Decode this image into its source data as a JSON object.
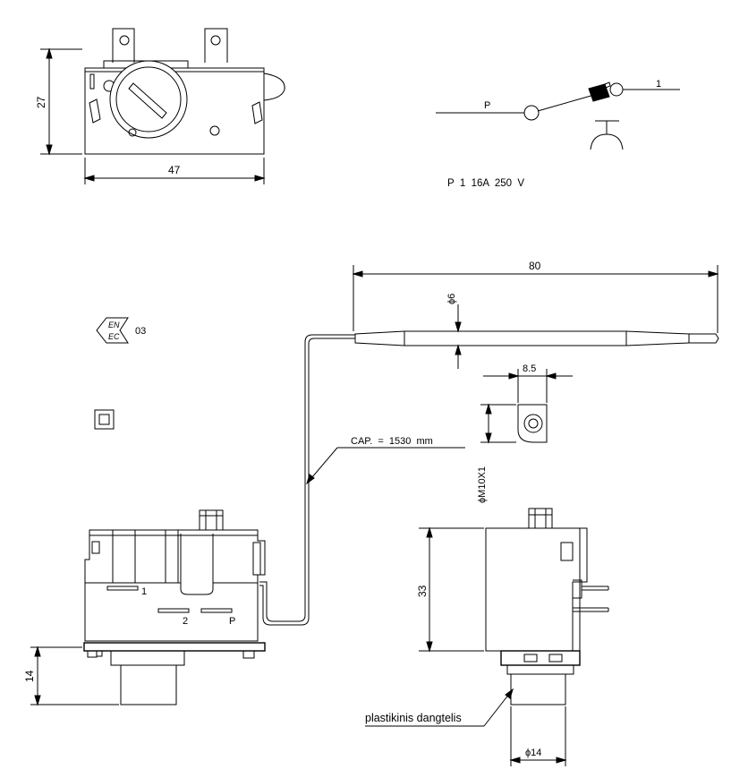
{
  "dimensions": {
    "top_height": "27",
    "top_width": "47",
    "bulb_length": "80",
    "bulb_diameter": "ϕ6",
    "nut_width": "8.5",
    "thread": "ϕM10X1",
    "body_height": "33",
    "shaft_height": "14",
    "shaft_diameter": "ϕ14"
  },
  "schematic": {
    "label_p": "P",
    "label_1": "1",
    "rating": "P  1  16A  250  V"
  },
  "capillary_note": "CAP.  =  1530  mm",
  "cap_note": "plastikinis dangtelis",
  "terminals": {
    "t1": "1",
    "t2": "2",
    "tp": "P"
  },
  "marks": {
    "ce_letters": "EN",
    "ce_sub": "EC",
    "ce_number": "03"
  },
  "line_color": "#000000",
  "background_color": "#ffffff"
}
